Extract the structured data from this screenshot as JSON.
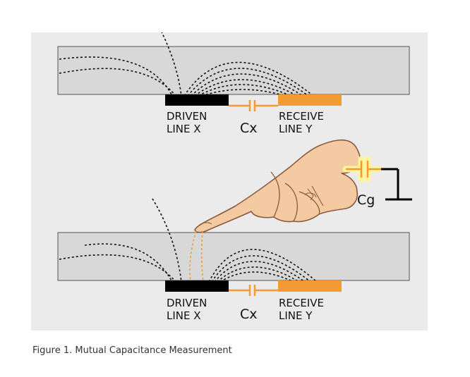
{
  "colors": {
    "panel_bg": "#ebebeb",
    "overlay_bg": "#d8d8d8",
    "driven_line": "#000000",
    "receive_line": "#f29b33",
    "capacitor": "#f29b33",
    "finger_skin": "#f4caa2",
    "finger_outline": "#8b5a3c",
    "ground_highlight": "#fdf4a0"
  },
  "top_panel": {
    "driven_label_1": "DRIVEN",
    "driven_label_2": "LINE X",
    "cap_label": "Cx",
    "receive_label_1": "RECEIVE",
    "receive_label_2": "LINE Y"
  },
  "finger": {
    "ground_label": "Cg",
    "icon": "finger-icon"
  },
  "bottom_panel": {
    "driven_label_1": "DRIVEN",
    "driven_label_2": "LINE X",
    "cap_label": "Cx",
    "receive_label_1": "RECEIVE",
    "receive_label_2": "LINE Y"
  },
  "caption": "Figure 1.  Mutual Capacitance Measurement"
}
